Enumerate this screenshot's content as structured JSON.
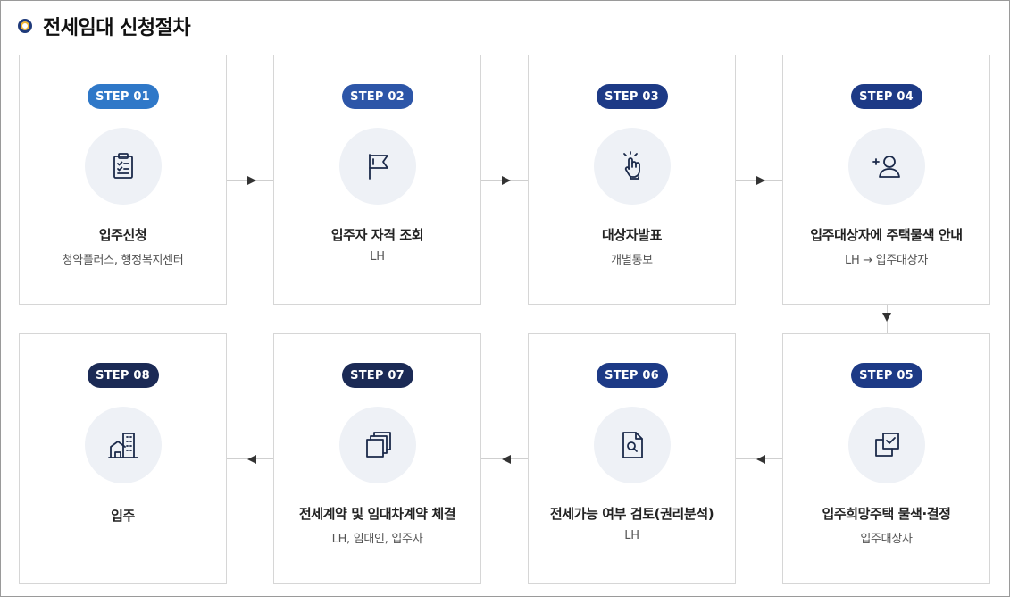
{
  "title": "전세임대 신청절차",
  "colors": {
    "badge_light": "#2f78c8",
    "badge_mid": "#2d56a8",
    "badge_dark": "#1d3a86",
    "badge_navy": "#1b2a55",
    "icon_bg": "#eef1f6",
    "icon_stroke": "#1b2a4a"
  },
  "steps": [
    {
      "badge": "STEP 01",
      "title": "입주신청",
      "sub": "청약플러스, 행정복지센터",
      "icon": "clipboard-icon"
    },
    {
      "badge": "STEP 02",
      "title": "입주자 자격 조회",
      "sub": "LH",
      "icon": "flag-icon"
    },
    {
      "badge": "STEP 03",
      "title": "대상자발표",
      "sub": "개별통보",
      "icon": "pointer-hand-icon"
    },
    {
      "badge": "STEP 04",
      "title": "입주대상자에 주택물색 안내",
      "sub": "LH → 입주대상자",
      "icon": "add-user-icon"
    },
    {
      "badge": "STEP 05",
      "title": "입주희망주택 물색·결정",
      "sub": "입주대상자",
      "icon": "checkbox-icon"
    },
    {
      "badge": "STEP 06",
      "title": "전세가능 여부 검토(권리분석)",
      "sub": "LH",
      "icon": "document-search-icon"
    },
    {
      "badge": "STEP 07",
      "title": "전세계약 및 임대차계약 체결",
      "sub": "LH, 임대인, 입주자",
      "icon": "copy-documents-icon"
    },
    {
      "badge": "STEP 08",
      "title": "입주",
      "sub": "",
      "icon": "building-icon"
    }
  ]
}
